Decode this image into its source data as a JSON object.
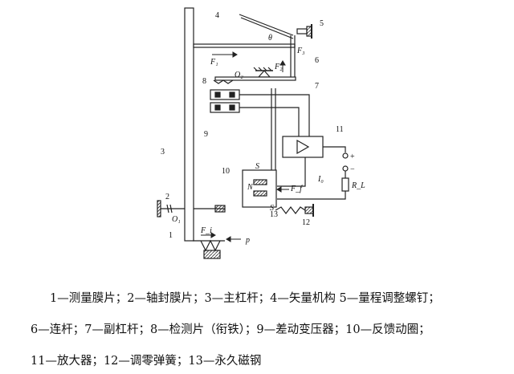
{
  "labels": {
    "l1": "1",
    "l2": "2",
    "l3": "3",
    "l4": "4",
    "l5": "5",
    "l6": "6",
    "l7": "7",
    "l8": "8",
    "l9": "9",
    "l10": "10",
    "l11": "11",
    "l12": "12",
    "l13": "13",
    "F1": "F₁",
    "F2": "F₂",
    "F3": "F₃",
    "Ff": "F_f",
    "Fi": "F_i",
    "p": "p",
    "theta": "θ",
    "O1": "O₁",
    "O2": "O₂",
    "S_top": "S",
    "N": "N",
    "S_bot": "S",
    "I0": "I₀",
    "RL": "R_L",
    "plus": "+",
    "minus": "−"
  },
  "legend": {
    "line1": "1—测量膜片；2—轴封膜片；3—主杠杆；4—矢量机构  5—量程调整螺钉；",
    "line2": "6—连杆；7—副杠杆；8—检测片（衔铁）；9—差动变压器；10—反馈动圈；",
    "line3": "11—放大器；12—调零弹簧；13—永久磁钢"
  }
}
